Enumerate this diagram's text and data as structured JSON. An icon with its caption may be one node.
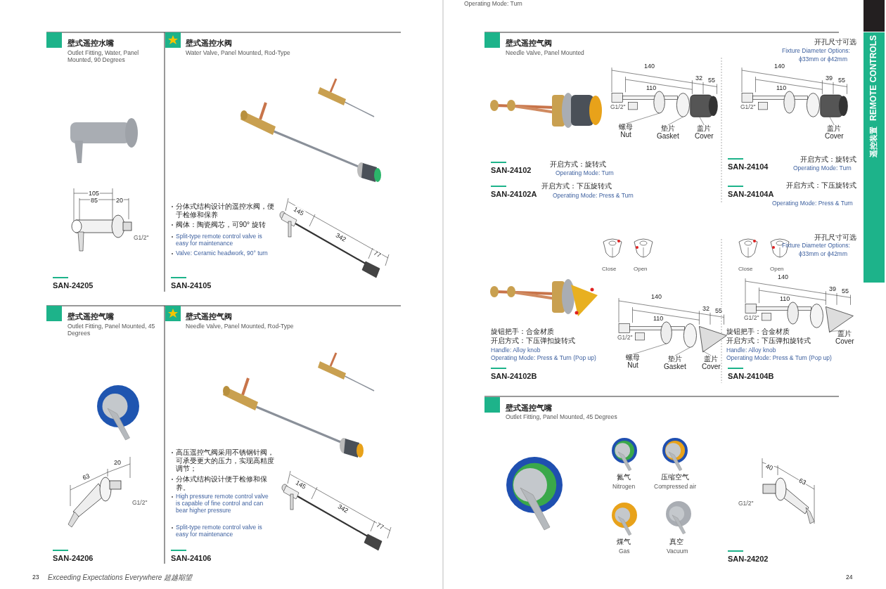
{
  "diagram": {
    "nodes": [
      {
        "text": [
          "螺母",
          "Nut"
        ]
      },
      {
        "text": [
          "垫片",
          "Gasket"
        ]
      },
      {
        "text": [
          "盖片",
          "Cover"
        ]
      },
      {
        "text": [
          "盖片",
          "Cover"
        ]
      },
      {
        "text": [
          "螺母",
          "Nut"
        ]
      },
      {
        "text": [
          "垫片",
          "Gasket"
        ]
      },
      {
        "text": [
          "盖片",
          "Cover"
        ]
      },
      {
        "text": [
          "盖片",
          "Cover"
        ]
      },
      {
        "text": [],
        "shape": "circle"
      },
      {
        "text": [],
        "shape": "circle"
      },
      {
        "text": [],
        "shape": "box"
      },
      {
        "text": [],
        "shape": "box"
      },
      {
        "text": [],
        "shape": "circle"
      },
      {
        "text": [],
        "shape": "circle"
      },
      {
        "text": [],
        "shape": "picture"
      },
      {
        "text": [],
        "shape": "picture"
      }
    ],
    "edges": [
      {
        "from": 0,
        "to": 8,
        "arrow": "none"
      },
      {
        "from": 1,
        "to": 9,
        "arrow": "none"
      },
      {
        "from": 2,
        "to": 10,
        "arrow": "none"
      },
      {
        "from": 3,
        "to": 11,
        "arrow": "none"
      },
      {
        "from": 4,
        "to": 12,
        "arrow": "none"
      },
      {
        "from": 5,
        "to": 13,
        "arrow": "none"
      },
      {
        "from": 6,
        "to": 14,
        "arrow": "none"
      },
      {
        "from": 7,
        "to": 15,
        "arrow": "none"
      }
    ],
    "labels": [
      "壁式遥控水嘴",
      "Outlet Fitting, Water, Panel Mounted, 90 Degrees",
      "105",
      "85",
      "20",
      "G1/2\"",
      "SAN-24205",
      "壁式遥控水阀",
      "Water Valve, Panel Mounted, Rod-Type",
      "分体式结构设计的遥控水阀，便于检修和保养",
      "阀体：陶瓷阀芯，可90° 旋转",
      "Split-type remote control valve is easy for maintenance",
      "Valve: Ceramic headwork, 90° turn",
      "145",
      "342",
      "77",
      "SAN-24105",
      "壁式遥控气嘴",
      "Outlet Fitting, Panel Mounted, 45 Degrees",
      "20",
      "63",
      "G1/2\"",
      "SAN-24206",
      "壁式遥控气阀",
      "Needle Valve, Panel Mounted, Rod-Type",
      "高压遥控气阀采用不锈钢针阀，可承受更大的压力，实现高精度调节；",
      "分体式结构设计便于检修和保养。",
      "High pressure remote control valve is capable of fine control and can bear higher pressure",
      "Split-type remote control valve is easy for maintenance",
      "145",
      "342",
      "77",
      "SAN-24106",
      "Exceeding Expectations Everywhere 超越期望",
      "23",
      "Operating Mode: Turn",
      "壁式遥控气阀",
      "Needle Valve, Panel Mounted",
      "140",
      "110",
      "32",
      "55",
      "G1/2\"",
      "开启方式：旋转式",
      "Operating Mode: Turn",
      "SAN-24102",
      "开启方式：下压旋转式",
      "Operating Mode: Press & Turn",
      "SAN-24102A",
      "开孔尺寸可选",
      "Fixture Diameter Options:",
      "ϕ33mm or ϕ42mm",
      "140",
      "110",
      "39",
      "55",
      "G1/2\"",
      "SAN-24104",
      "开启方式：旋转式",
      "Operating Mode: Turn",
      "SAN-24104A",
      "开启方式：下压旋转式",
      "Operating Mode: Press & Turn",
      "Close",
      "Open",
      "140",
      "110",
      "32",
      "55",
      "G1/2\"",
      "旋钮把手：合金材质",
      "开启方式：下压弹扣旋转式",
      "Handle: Alloy knob",
      "Operating Mode: Press & Turn (Pop up)",
      "SAN-24102B",
      "Close",
      "Open",
      "开孔尺寸可选",
      "Fixture Diameter Options:",
      "ϕ33mm or ϕ42mm",
      "140",
      "110",
      "39",
      "55",
      "G1/2\"",
      "旋钮把手：合金材质",
      "开启方式：下压弹扣旋转式",
      "Handle: Alloy knob",
      "Operating Mode: Press & Turn (Pop up)",
      "SAN-24104B",
      "壁式遥控气嘴",
      "Outlet Fitting, Panel Mounted, 45 Degrees",
      "氮气",
      "Nitrogen",
      "压缩空气",
      "Compressed air",
      "煤气",
      "Gas",
      "真空",
      "Vacuum",
      "40",
      "63",
      "G1/2\"",
      "SAN-24202",
      "24",
      "REMOTE CONTROLS",
      "遥控装置"
    ]
  }
}
